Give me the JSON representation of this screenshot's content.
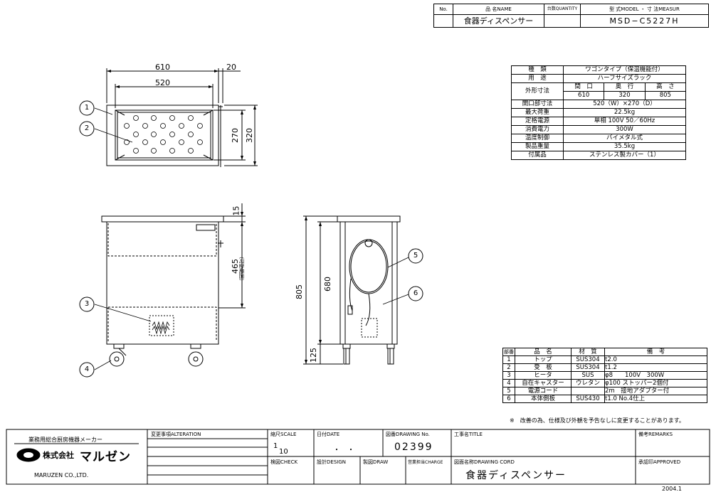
{
  "header": {
    "no_label": "No.",
    "name_label": "品 名NAME",
    "qty_label": "台数QUANTITY",
    "model_label": "型 式MODEL ・ 寸 法MEASUR",
    "name_value": "食器ディスペンサー",
    "model_value": "MSD−C5227H"
  },
  "dims": {
    "w610": "610",
    "w20": "20",
    "w520": "520",
    "h270": "270",
    "h320": "320",
    "h15": "15",
    "h465": "465",
    "h465_note": "（可動範囲）",
    "h805": "805",
    "h680": "680",
    "h125": "125"
  },
  "balloons": [
    "1",
    "2",
    "3",
    "4",
    "5",
    "6"
  ],
  "spec": {
    "rows": [
      {
        "k": "種　類",
        "v": "ワゴンタイプ（保温機能付）"
      },
      {
        "k": "用　途",
        "v": "ハーフサイズラック"
      },
      {
        "k": "外形寸法",
        "h": [
          "間　口",
          "奥　行",
          "高　さ"
        ],
        "vals": [
          "610",
          "320",
          "805"
        ]
      },
      {
        "k": "開口部寸法",
        "v": "520（W）×270（D）"
      },
      {
        "k": "最大荷重",
        "v": "22.5kg"
      },
      {
        "k": "定格電源",
        "v": "単相 100V 50／60Hz"
      },
      {
        "k": "消費電力",
        "v": "300W"
      },
      {
        "k": "温度制御",
        "v": "バイメタル式"
      },
      {
        "k": "製品重量",
        "v": "35.5kg"
      },
      {
        "k": "付属品",
        "v": "ステンレス製カバー（1）"
      }
    ]
  },
  "parts": {
    "headers": [
      "部番",
      "品　名",
      "材　質",
      "備　考"
    ],
    "rows": [
      [
        "1",
        "トップ",
        "SUS304",
        "t2.0"
      ],
      [
        "2",
        "受　板",
        "SUS304",
        "t1.2"
      ],
      [
        "3",
        "ヒータ",
        "SUS",
        "φ8　　100V　300W"
      ],
      [
        "4",
        "自在キャスター",
        "ウレタン",
        "φ100 ストッパー2個付"
      ],
      [
        "5",
        "電源コード",
        "",
        "2m　接地アダプター付"
      ],
      [
        "6",
        "本体側板",
        "SUS430",
        "t1.0 No.4仕上"
      ]
    ],
    "note": "※　改善の為、仕様及び外観を予告なしに変更することがあります。"
  },
  "title_block": {
    "company_tag": "業務用総合厨房機器メーカー",
    "company_name": "株式会社",
    "company_logo": "マルゼン",
    "company_en": "MARUZEN CO.,LTD.",
    "alteration": "変更事項ALTERATION",
    "scale_label": "縮尺SCALE",
    "scale_num": "1",
    "scale_den": "10",
    "date_label": "日付DATE",
    "date_value": "・　・",
    "drawing_no_label": "図番DRAWING No.",
    "drawing_no": "02399",
    "title_label": "工事名TITLE",
    "remarks_label": "備考REMARKS",
    "check_label": "検図CHECK",
    "design_label": "設計DESIGN",
    "draw_label": "製図DRAW",
    "charge_label": "営業担当CHARGE",
    "drawing_cord_label": "図面名称DRAWING CORD",
    "drawing_title": "食器ディスペンサー",
    "approved_label": "承認印APPROVED",
    "footer_date": "2004.1"
  }
}
